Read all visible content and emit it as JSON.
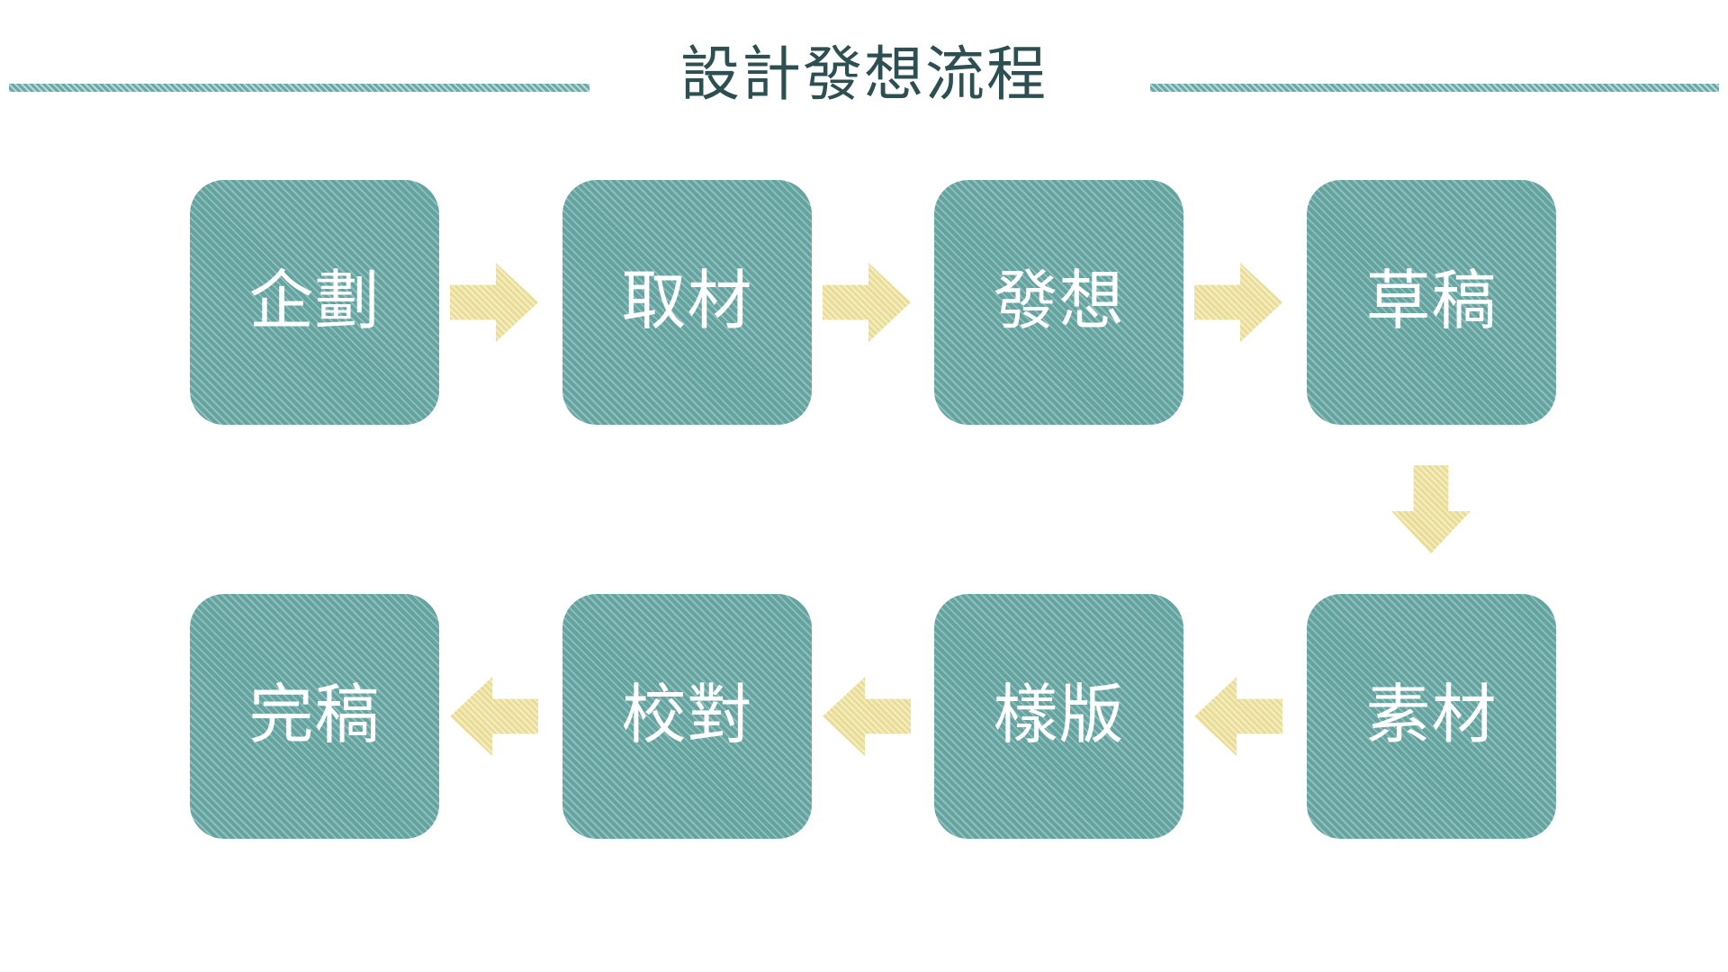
{
  "slide": {
    "title": "設計發想流程",
    "background_color": "#ffffff",
    "title_color": "#2d4f51",
    "node_color": "#63a3a0",
    "node_text_color": "#ffffff",
    "arrow_color": "#e9dd93",
    "rule_color": "#6aa9a8"
  },
  "title_rules": {
    "left_label": "title-rule-left",
    "right_label": "title-rule-right"
  },
  "chart_data": {
    "type": "diagram",
    "subtype": "process-flow",
    "title": "設計發想流程",
    "direction": "serpentine-left-to-right-then-right-to-left",
    "rows": 2,
    "columns": 4,
    "steps": [
      {
        "index": 1,
        "label": "企劃",
        "row": 1,
        "column": 1
      },
      {
        "index": 2,
        "label": "取材",
        "row": 1,
        "column": 2
      },
      {
        "index": 3,
        "label": "發想",
        "row": 1,
        "column": 3
      },
      {
        "index": 4,
        "label": "草稿",
        "row": 1,
        "column": 4
      },
      {
        "index": 5,
        "label": "素材",
        "row": 2,
        "column": 4
      },
      {
        "index": 6,
        "label": "樣版",
        "row": 2,
        "column": 3
      },
      {
        "index": 7,
        "label": "校對",
        "row": 2,
        "column": 2
      },
      {
        "index": 8,
        "label": "完稿",
        "row": 2,
        "column": 1
      }
    ],
    "connectors": [
      {
        "id": 1,
        "from": "企劃",
        "to": "取材",
        "direction": "right"
      },
      {
        "id": 2,
        "from": "取材",
        "to": "發想",
        "direction": "right"
      },
      {
        "id": 3,
        "from": "發想",
        "to": "草稿",
        "direction": "right"
      },
      {
        "id": 4,
        "from": "草稿",
        "to": "素材",
        "direction": "down"
      },
      {
        "id": 5,
        "from": "素材",
        "to": "樣版",
        "direction": "left"
      },
      {
        "id": 6,
        "from": "樣版",
        "to": "校對",
        "direction": "left"
      },
      {
        "id": 7,
        "from": "校對",
        "to": "完稿",
        "direction": "left"
      }
    ]
  },
  "nodes": {
    "n1": "企劃",
    "n2": "取材",
    "n3": "發想",
    "n4": "草稿",
    "n5": "素材",
    "n6": "樣版",
    "n7": "校對",
    "n8": "完稿"
  }
}
